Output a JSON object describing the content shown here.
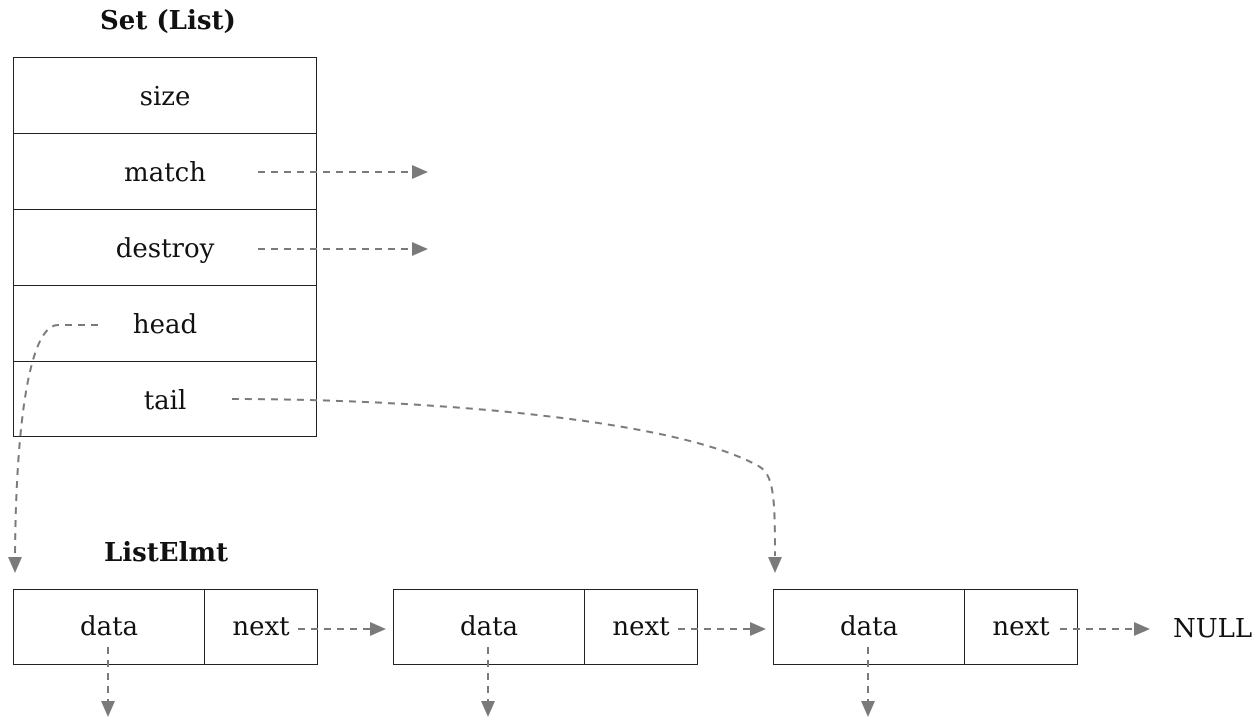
{
  "set": {
    "title": "Set (List)",
    "fields": [
      "size",
      "match",
      "destroy",
      "head",
      "tail"
    ]
  },
  "list_elmt": {
    "title": "ListElmt",
    "nodes": [
      {
        "data_label": "data",
        "next_label": "next"
      },
      {
        "data_label": "data",
        "next_label": "next"
      },
      {
        "data_label": "data",
        "next_label": "next"
      }
    ],
    "terminator": "NULL"
  }
}
